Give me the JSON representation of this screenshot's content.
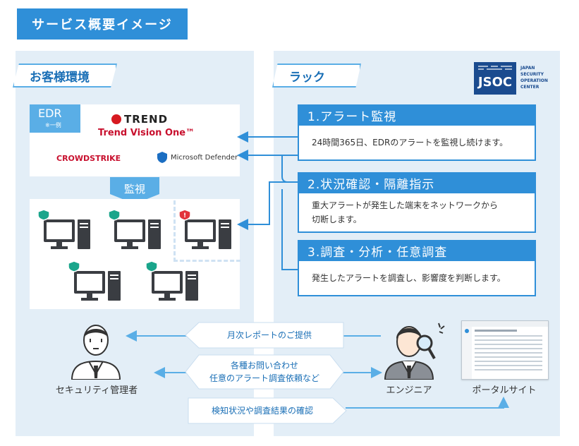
{
  "page_title": "サービス概要イメージ",
  "left_panel": {
    "title": "お客様環境"
  },
  "right_panel": {
    "title": "ラック"
  },
  "jsoc": {
    "logo": "JSOC",
    "line1": "JAPAN",
    "line2": "SECURITY",
    "line3": "OPERATION",
    "line4": "CENTER"
  },
  "edr": {
    "label": "EDR",
    "note": "※一例",
    "trend_brand": "TREND",
    "trend_product": "Trend Vision One™",
    "crowdstrike": "CROWDSTRIKE",
    "microsoft": "Microsoft Defender"
  },
  "monitor_label": "監視",
  "steps": [
    {
      "title": "1.アラート監視",
      "body": "24時間365日、EDRのアラートを監視し続けます。"
    },
    {
      "title": "2.状況確認・隔離指示",
      "body_line1": "重大アラートが発生した端末をネットワークから",
      "body_line2": "切断します。"
    },
    {
      "title": "3.調査・分析・任意調査",
      "body": "発生したアラートを調査し、影響度を判断します。"
    }
  ],
  "flows": {
    "monthly_report": "月次レポートのご提供",
    "inquiry_line1": "各種お問い合わせ",
    "inquiry_line2": "任意のアラート調査依頼など",
    "confirm": "検知状況や調査結果の確認"
  },
  "people": {
    "admin": "セキュリティ管理者",
    "engineer": "エンジニア",
    "portal": "ポータルサイト"
  },
  "colors": {
    "accent": "#2f8fd8",
    "light": "#5aaee6",
    "panel": "#e3eef7",
    "alert": "#e2333c",
    "shield": "#1aa58b"
  }
}
